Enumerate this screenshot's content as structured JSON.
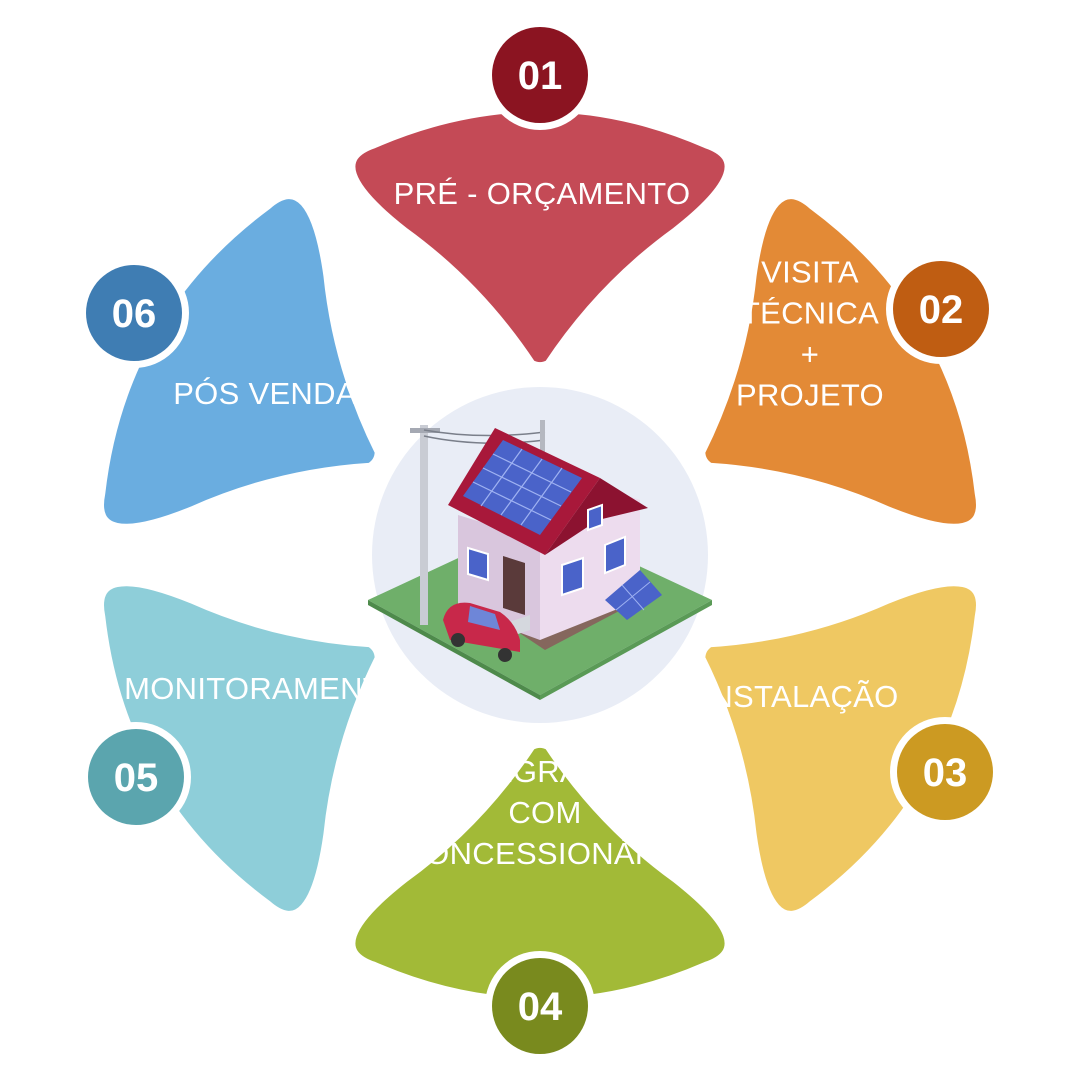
{
  "diagram": {
    "center": {
      "illustration": "house-with-solar-panels-icon",
      "background_color": "#E9EDF6"
    },
    "steps": [
      {
        "number": "01",
        "label_lines": [
          "PRÉ - ORÇAMENTO"
        ],
        "color": "#C44A56",
        "badge_color": "#8B1421"
      },
      {
        "number": "02",
        "label_lines": [
          "VISITA",
          "TÉCNICA",
          "+",
          "PROJETO"
        ],
        "color": "#E38A36",
        "badge_color": "#BF5D12"
      },
      {
        "number": "03",
        "label_lines": [
          "INSTALAÇÃO"
        ],
        "color": "#EFC862",
        "badge_color": "#CC9A22"
      },
      {
        "number": "04",
        "label_lines": [
          "INTEGRAÇÃO",
          "COM",
          "CONCESSIONÁRIA"
        ],
        "color": "#A2BA37",
        "badge_color": "#798A1E"
      },
      {
        "number": "05",
        "label_lines": [
          "MONITORAMENTO"
        ],
        "color": "#8ECED9",
        "badge_color": "#5BA5AE"
      },
      {
        "number": "06",
        "label_lines": [
          "PÓS VENDA"
        ],
        "color": "#6AADE0",
        "badge_color": "#3F7DB3"
      }
    ]
  }
}
